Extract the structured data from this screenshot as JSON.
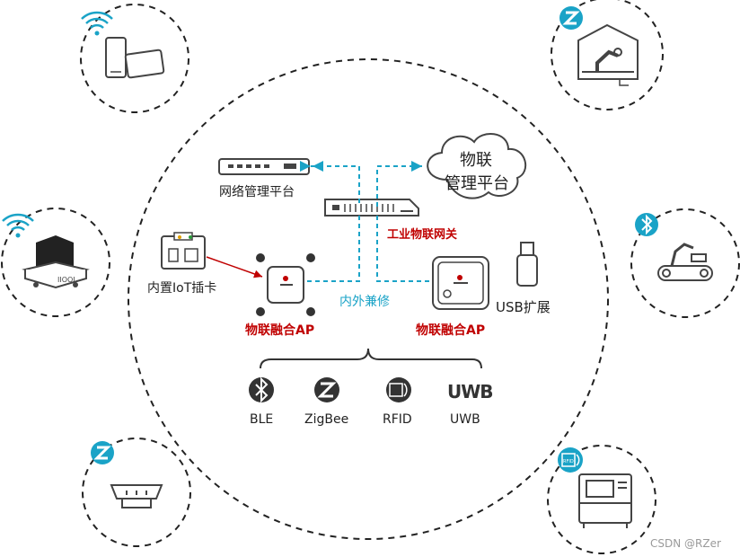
{
  "center": {
    "network_mgmt": "网络管理平台",
    "iot_mgmt_line1": "物联",
    "iot_mgmt_line2": "管理平台",
    "industrial_gateway": "工业物联网关",
    "iot_card": "内置IoT插卡",
    "ap_left": "物联融合AP",
    "ap_right": "物联融合AP",
    "compat": "内外兼修",
    "usb": "USB扩展"
  },
  "protocols": [
    {
      "name": "BLE",
      "icon": "bluetooth-icon"
    },
    {
      "name": "ZigBee",
      "icon": "zigbee-icon"
    },
    {
      "name": "RFID",
      "icon": "rfid-icon"
    },
    {
      "name": "UWB",
      "icon": "uwb-icon",
      "glyph": "UWB"
    }
  ],
  "devices": [
    {
      "name": "tablet-phone",
      "badge": "wifi-icon"
    },
    {
      "name": "robot-arm-factory",
      "badge": "zigbee-icon"
    },
    {
      "name": "agv-robot",
      "badge": "wifi-icon"
    },
    {
      "name": "conveyor-belt",
      "badge": "bluetooth-icon"
    },
    {
      "name": "smoke-detector",
      "badge": "zigbee-icon"
    },
    {
      "name": "industrial-machine",
      "badge": "rfid-icon"
    }
  ],
  "badge_labels": {
    "rfid": "RFID"
  },
  "colors": {
    "accent": "#1aa3c7",
    "red": "#c00000",
    "dash": "#333333"
  },
  "watermark": "CSDN @RZer"
}
